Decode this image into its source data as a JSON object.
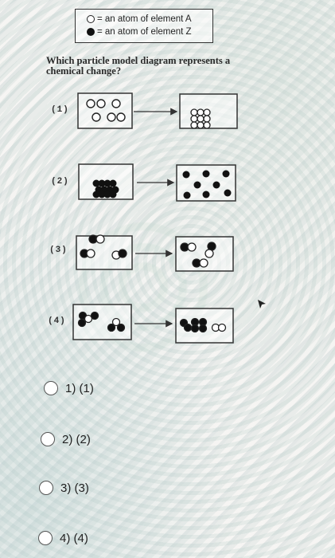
{
  "legend": {
    "element_a": "= an atom of element A",
    "element_z": "= an atom of element Z"
  },
  "question": "Which particle model diagram represents a chemical change?",
  "choices": [
    {
      "label": "(1)"
    },
    {
      "label": "(2)"
    },
    {
      "label": "(3)"
    },
    {
      "label": "(4)"
    }
  ],
  "options": [
    {
      "text": "1) (1)"
    },
    {
      "text": "2) (2)"
    },
    {
      "text": "3) (3)"
    },
    {
      "text": "4) (4)"
    }
  ]
}
